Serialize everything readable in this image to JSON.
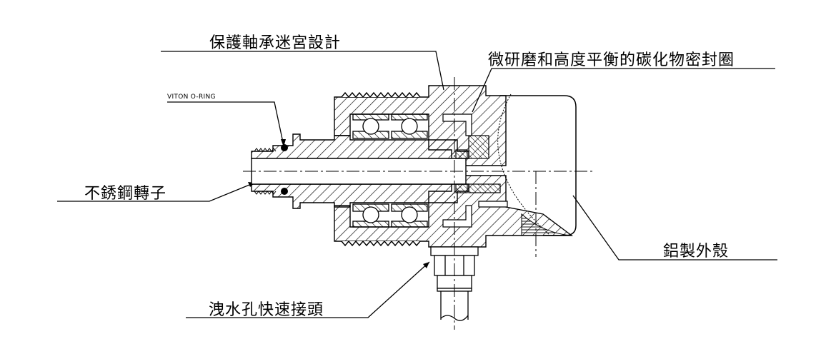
{
  "diagram": {
    "type": "mechanical-cross-section",
    "subject": "rotary union cross-section",
    "colors": {
      "line": "#000000",
      "background": "#ffffff"
    }
  },
  "labels": {
    "labyrinth": "保護軸承迷宮設計",
    "carbide_seal": "微研磨和高度平衡的碳化物密封圈",
    "viton_oring": "VITON O-RING",
    "rotor": "不銹鋼轉子",
    "housing": "鋁製外殼",
    "drain_fitting": "洩水孔快速接頭"
  }
}
